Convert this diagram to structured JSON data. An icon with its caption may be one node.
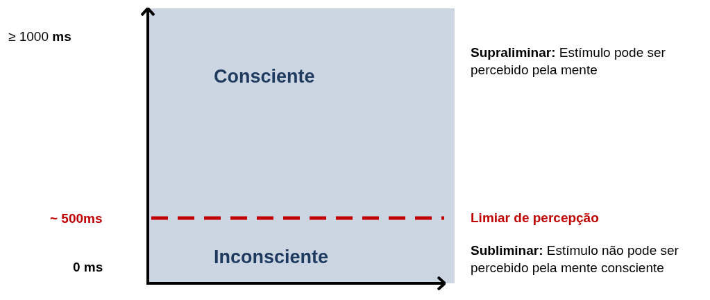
{
  "diagram": {
    "nodes": [
      {
        "text": [
          "Consciente",
          "Inconsciente"
        ]
      }
    ],
    "labels": [
      "≥ 1000 **ms**",
      "**Supraliminar:** Estímulo pode ser percebido pela mente",
      "~ 500ms",
      "Limiar de percepção",
      "0 ms",
      "**Subliminar:** Estímulo não pode ser percebido pela mente consciente"
    ]
  }
}
